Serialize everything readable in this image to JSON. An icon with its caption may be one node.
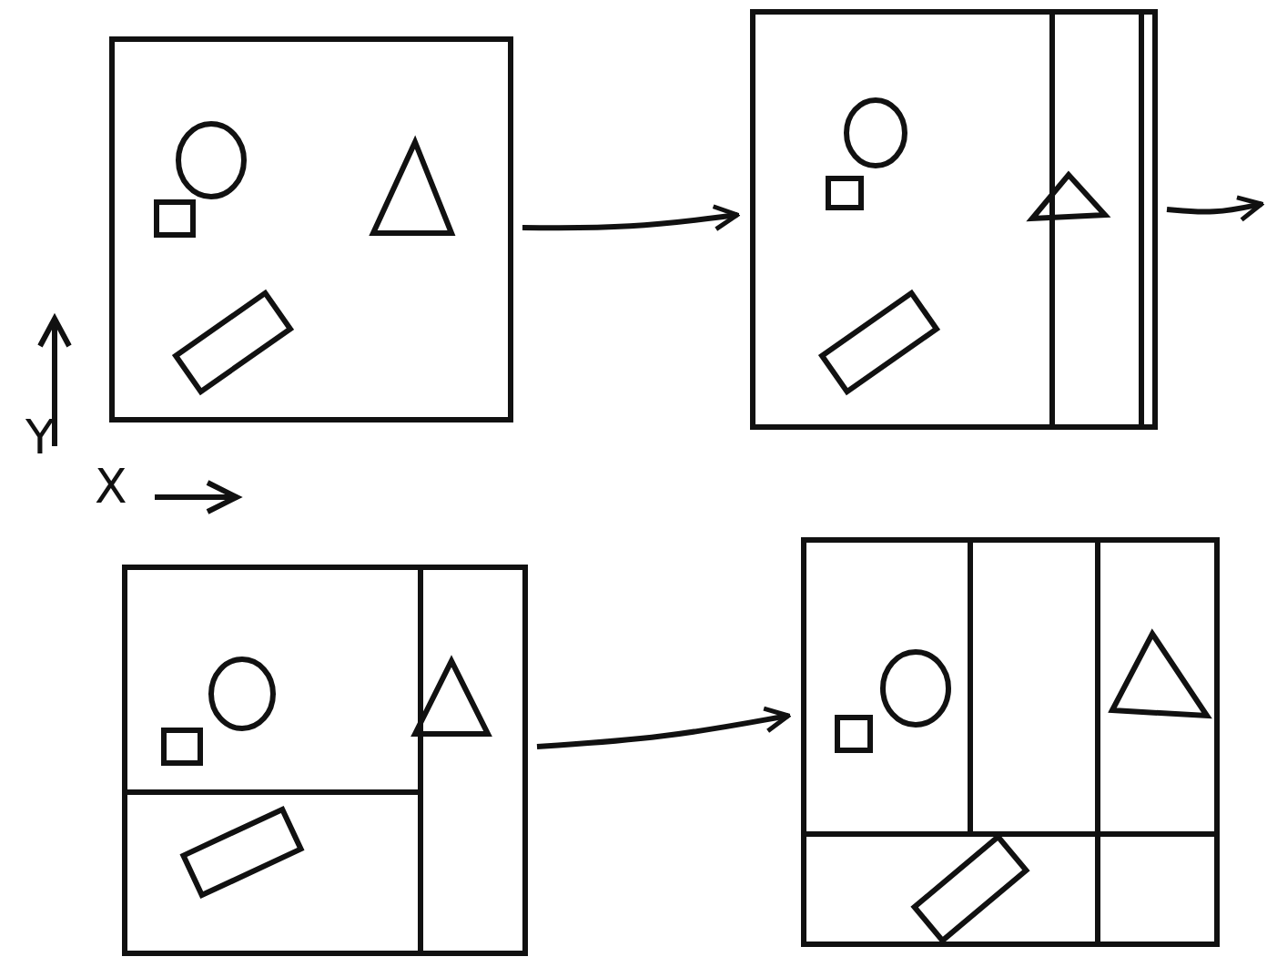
{
  "diagram": {
    "nodes": [
      {
        "text": [],
        "shape": "box"
      },
      {
        "text": [],
        "shape": "box"
      },
      {
        "text": [],
        "shape": "box"
      },
      {
        "text": [],
        "shape": "box"
      }
    ],
    "edges": [
      {
        "from": 0,
        "to": 1,
        "arrow": "to"
      },
      {
        "from": 1,
        "to": null,
        "arrow": "to"
      },
      {
        "from": 2,
        "to": 3,
        "arrow": "to"
      }
    ],
    "labels": [
      "Y",
      "X"
    ]
  }
}
